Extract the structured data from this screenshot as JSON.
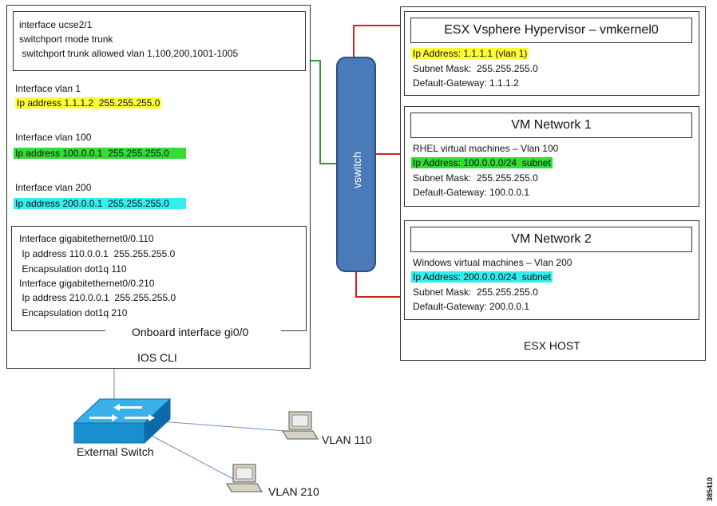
{
  "ios_cli": {
    "trunk_lines": [
      "interface ucse2/1",
      "switchport mode trunk",
      " switchport trunk allowed vlan 1,100,200,1001-1005"
    ],
    "vlan1_label": "Interface vlan 1",
    "vlan1_ip": "Ip address 1.1.1.2  255.255.255.0",
    "vlan100_label": "Interface vlan 100",
    "vlan100_ip": "Ip address 100.0.0.1  255.255.255.0",
    "vlan200_label": "Interface vlan 200",
    "vlan200_ip": "Ip address 200.0.0.1  255.255.255.0",
    "gig_lines": [
      "Interface gigabitethernet0/0.110",
      " Ip address 110.0.0.1  255.255.255.0",
      " Encapsulation dot1q 110",
      "Interface gigabitethernet0/0.210",
      " Ip address 210.0.0.1  255.255.255.0",
      " Encapsulation dot1q 210"
    ],
    "onboard_label": "Onboard interface gi0/0",
    "caption": "IOS CLI"
  },
  "vswitch_label": "vswitch",
  "esx_host": {
    "caption": "ESX HOST",
    "vmkernel": {
      "title": "ESX Vsphere  Hypervisor – vmkernel0",
      "ip": "Ip Address: 1.1.1.1 (vlan 1)",
      "mask": "Subnet Mask:  255.255.255.0",
      "gateway": "Default-Gateway: 1.1.1.2"
    },
    "vm1": {
      "title": "VM Network 1",
      "desc": "RHEL virtual machines – Vlan 100",
      "ip": "Ip Address: 100.0.0.0/24  subnet",
      "mask": "Subnet Mask:  255.255.255.0",
      "gateway": "Default-Gateway: 100.0.0.1"
    },
    "vm2": {
      "title": "VM Network 2",
      "desc": "Windows virtual machines – Vlan 200",
      "ip": "Ip Address: 200.0.0.0/24  subnet",
      "mask": "Subnet Mask:  255.255.255.0",
      "gateway": "Default-Gateway: 200.0.0.1"
    }
  },
  "external_switch_label": "External Switch",
  "pc_vlan110_label": "VLAN 110",
  "pc_vlan210_label": "VLAN 210",
  "figure_id": "385410",
  "colors": {
    "highlight_yellow": "#ffff33",
    "highlight_green": "#33dd33",
    "highlight_cyan": "#33eeee",
    "vswitch_fill": "#4a7ab8",
    "link_red": "#d42020",
    "link_green": "#2a9a3a",
    "link_blue": "#6a8fc8",
    "switch_fill": "#1a8fd0"
  }
}
